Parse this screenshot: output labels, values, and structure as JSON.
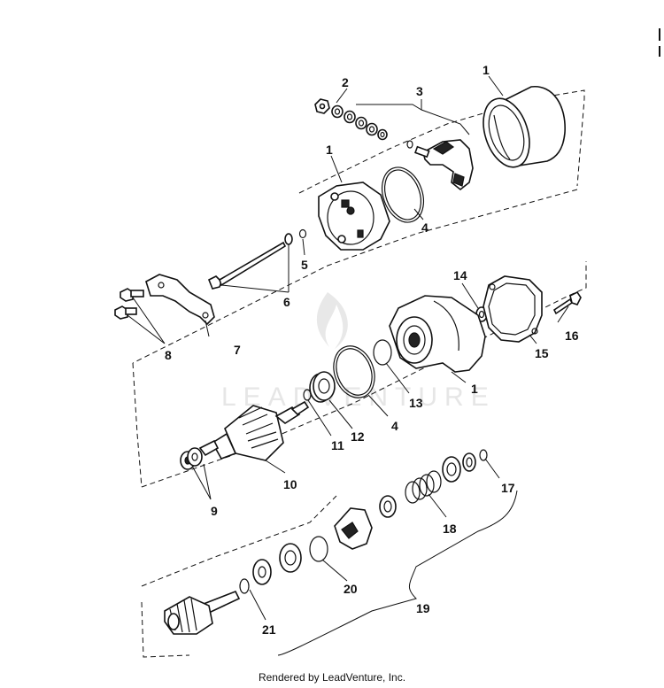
{
  "labels": {
    "l1a": "1",
    "l2": "2",
    "l3": "3",
    "l1b": "1",
    "l4a": "4",
    "l5": "5",
    "l6": "6",
    "l7": "7",
    "l8": "8",
    "l14": "14",
    "l16": "16",
    "l15": "15",
    "l1c": "1",
    "l13": "13",
    "l4b": "4",
    "l12": "12",
    "l11": "11",
    "l10": "10",
    "l9": "9",
    "l17": "17",
    "l18": "18",
    "l20": "20",
    "l19": "19",
    "l21": "21"
  },
  "watermark": "LEADVENTURE",
  "footer": "Rendered by LeadVenture, Inc."
}
